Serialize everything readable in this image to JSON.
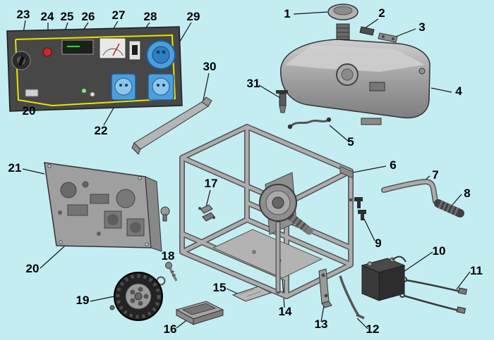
{
  "diagram": {
    "type": "exploded-parts-diagram",
    "callouts": [
      {
        "label": "23"
      },
      {
        "label": "24"
      },
      {
        "label": "25"
      },
      {
        "label": "26"
      },
      {
        "label": "27"
      },
      {
        "label": "28"
      },
      {
        "label": "29"
      },
      {
        "label": "1"
      },
      {
        "label": "2"
      },
      {
        "label": "3"
      },
      {
        "label": "4"
      },
      {
        "label": "31"
      },
      {
        "label": "30"
      },
      {
        "label": "5"
      },
      {
        "label": "20"
      },
      {
        "label": "22"
      },
      {
        "label": "21"
      },
      {
        "label": "6"
      },
      {
        "label": "7"
      },
      {
        "label": "8"
      },
      {
        "label": "9"
      },
      {
        "label": "17"
      },
      {
        "label": "20"
      },
      {
        "label": "18"
      },
      {
        "label": "19"
      },
      {
        "label": "15"
      },
      {
        "label": "16"
      },
      {
        "label": "14"
      },
      {
        "label": "13"
      },
      {
        "label": "12"
      },
      {
        "label": "11"
      },
      {
        "label": "10"
      }
    ],
    "colors": {
      "background": "#c4edf2",
      "panel_body": "#474747",
      "panel_outline_yellow": "#e8e400",
      "outlet_blue": "#4d9fdb",
      "outlet_blue_dark": "#1b5e9e",
      "button_red": "#c92a2a",
      "callout_text": "#000000"
    }
  }
}
